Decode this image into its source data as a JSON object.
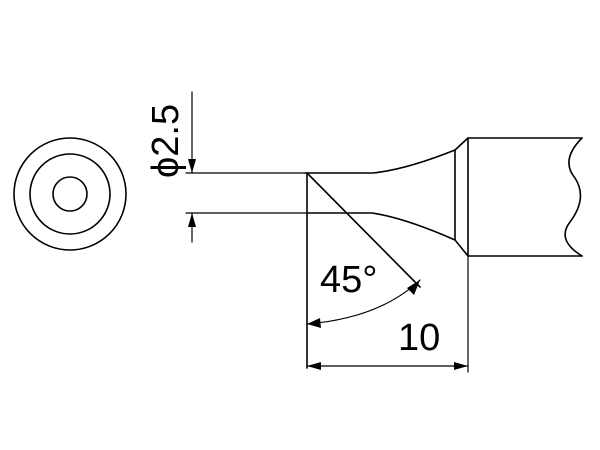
{
  "diagram": {
    "diameter_label": "ϕ2.5",
    "angle_label": "45°",
    "length_label": "10"
  },
  "colors": {
    "line": "#000000",
    "background": "#ffffff"
  }
}
